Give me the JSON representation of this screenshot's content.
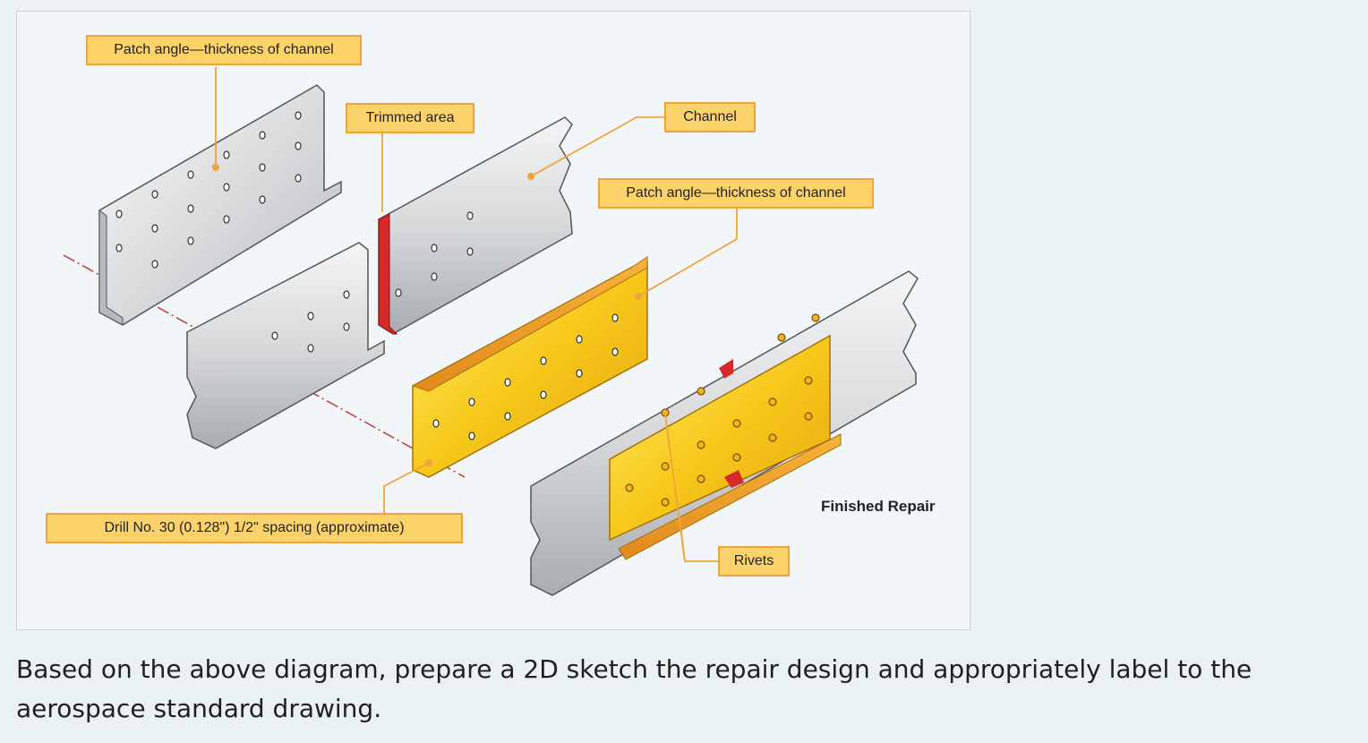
{
  "diagram": {
    "labels": {
      "patch_angle_top": "Patch angle—thickness of channel",
      "trimmed_area": "Trimmed area",
      "channel": "Channel",
      "patch_angle_right": "Patch angle—thickness of channel",
      "drill": "Drill No. 30 (0.128\") 1/2\" spacing (approximate)",
      "finished_repair": "Finished Repair",
      "rivets": "Rivets"
    },
    "colors": {
      "callout_fill": "#fcd36b",
      "callout_border": "#f0a33a",
      "leader": "#f0a33a",
      "metal": "#d8dadc",
      "patch": "#f5c518",
      "trim": "#d62a2a",
      "centerline": "#c0392b"
    }
  },
  "question": {
    "text": "Based on the above diagram, prepare a 2D sketch the repair design and appropriately label to the aerospace standard drawing."
  }
}
